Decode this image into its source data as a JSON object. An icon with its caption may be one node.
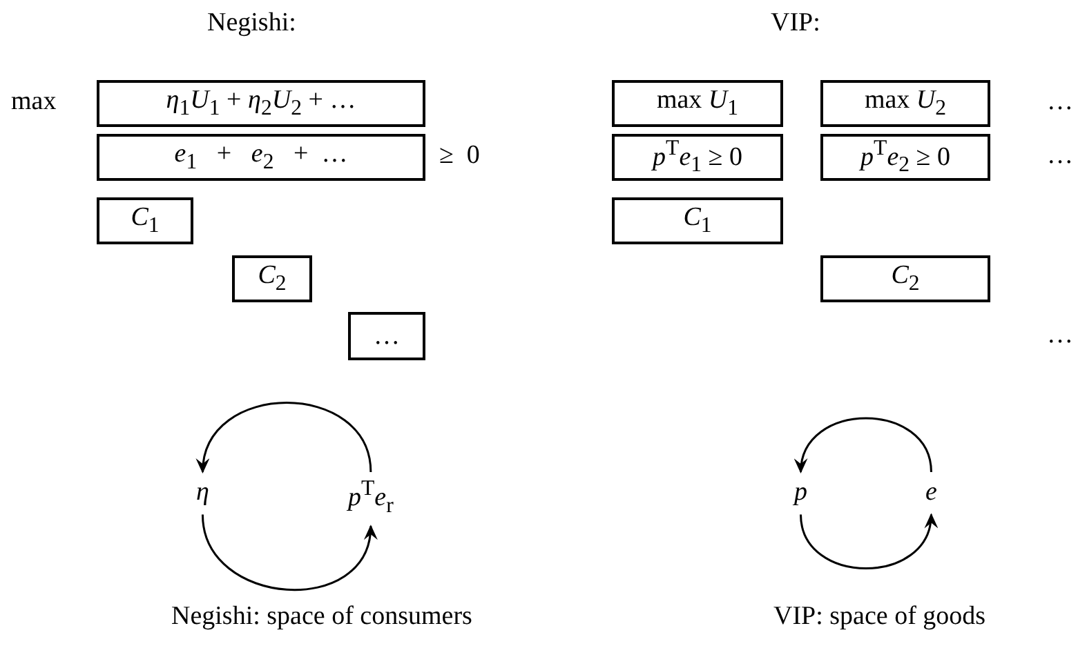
{
  "diagram": {
    "nodes": [
      {
        "text": [
          "*η*$_{1}$*U*$_{1}$ + *η*$_{2}$*U*$_{2}$ + …"
        ]
      },
      {
        "text": [
          "*e*$_{1}$   +   *e*$_{2}$   +  …"
        ]
      },
      {
        "text": [
          "*C*$_{1}$"
        ]
      },
      {
        "text": [
          "*C*$_{2}$"
        ]
      },
      {
        "text": [
          "…"
        ]
      },
      {
        "text": [
          "max *U*$_{1}$"
        ]
      },
      {
        "text": [
          "max *U*$_{2}$"
        ]
      },
      {
        "text": [
          "*p*$^{T}$*e*$_{1}$ ≥ 0"
        ]
      },
      {
        "text": [
          "*p*$^{T}$*e*$_{2}$ ≥ 0"
        ]
      },
      {
        "text": [
          "*C*$_{1}$"
        ]
      },
      {
        "text": [
          "*C*$_{2}$"
        ]
      },
      {
        "text": [
          "*η*"
        ]
      },
      {
        "text": [
          "*p*$^{T}$*e*$_{r}$"
        ]
      },
      {
        "text": [
          "*p*"
        ]
      },
      {
        "text": [
          "*e*"
        ]
      }
    ],
    "edges": [
      {
        "from": 12,
        "to": 11,
        "arrow": "to"
      },
      {
        "from": 11,
        "to": 12,
        "arrow": "to"
      },
      {
        "from": 14,
        "to": 13,
        "arrow": "to"
      },
      {
        "from": 13,
        "to": 14,
        "arrow": "to"
      }
    ],
    "labels": [
      "Negishi:",
      "VIP:",
      "max",
      "…",
      "≥  0",
      "…",
      "…",
      "Negishi: space of consumers",
      "VIP: space of goods"
    ]
  }
}
